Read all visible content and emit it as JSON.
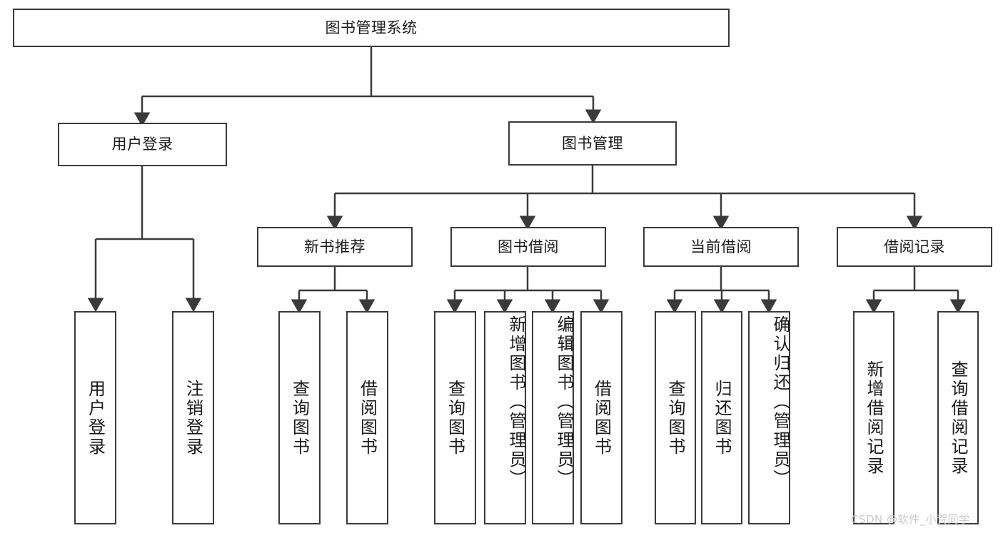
{
  "diagram": {
    "type": "tree",
    "title": "图书管理系统",
    "root": {
      "label": "图书管理系统"
    },
    "level2": [
      {
        "label": "用户登录"
      },
      {
        "label": "图书管理"
      }
    ],
    "level3": [
      {
        "label": "新书推荐"
      },
      {
        "label": "图书借阅"
      },
      {
        "label": "当前借阅"
      },
      {
        "label": "借阅记录"
      }
    ],
    "leaves": {
      "user_login": [
        {
          "label": "用户登录"
        },
        {
          "label": "注销登录"
        }
      ],
      "new_book_recommend": [
        {
          "label": "查询图书"
        },
        {
          "label": "借阅图书"
        }
      ],
      "book_borrow": [
        {
          "label": "查询图书"
        },
        {
          "label": "新增图书（管理员）"
        },
        {
          "label": "编辑图书（管理员）"
        },
        {
          "label": "借阅图书"
        }
      ],
      "current_borrow": [
        {
          "label": "查询图书"
        },
        {
          "label": "归还图书"
        },
        {
          "label": "确认归还（管理员）"
        }
      ],
      "borrow_record": [
        {
          "label": "新增借阅记录"
        },
        {
          "label": "查询借阅记录"
        }
      ]
    }
  },
  "watermark": {
    "text": "CSDN @软件_小贺同学"
  },
  "colors": {
    "stroke": "#3a3a3a",
    "text": "#1a1a1a",
    "background": "#ffffff",
    "watermark": "#c9c9c9"
  }
}
